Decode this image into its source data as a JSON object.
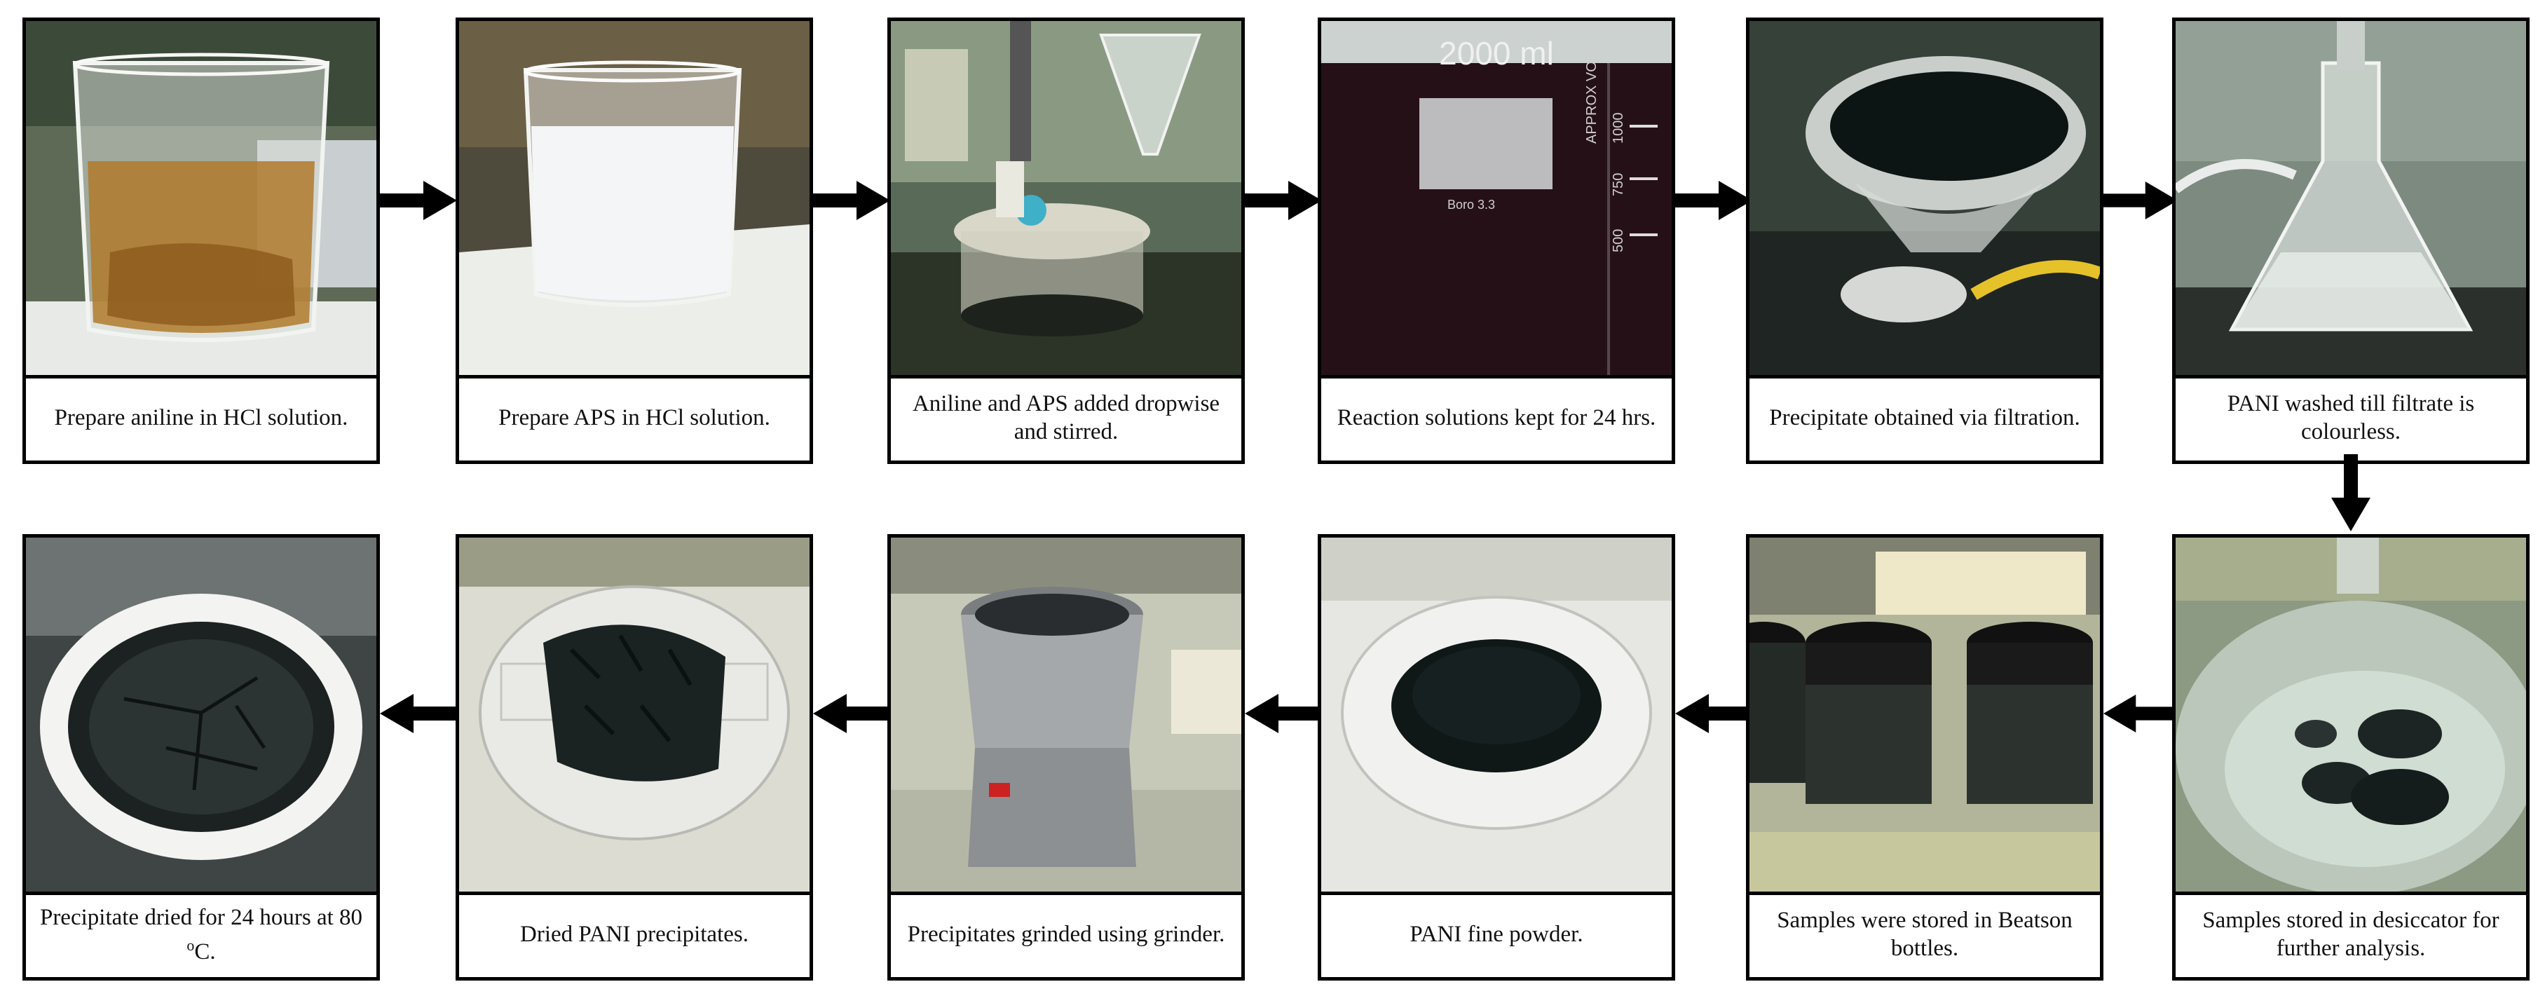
{
  "steps": [
    {
      "id": 1,
      "caption": "Prepare aniline in HCl solution."
    },
    {
      "id": 2,
      "caption": "Prepare APS in HCl solution."
    },
    {
      "id": 3,
      "caption": "Aniline and APS added dropwise and stirred."
    },
    {
      "id": 4,
      "caption": "Reaction solutions kept for 24 hrs."
    },
    {
      "id": 5,
      "caption": "Precipitate obtained via filtration."
    },
    {
      "id": 6,
      "caption": "PANI washed till filtrate is colourless."
    },
    {
      "id": 7,
      "caption": "Samples stored in desiccator for further analysis."
    },
    {
      "id": 8,
      "caption": "Samples were stored in Beatson bottles."
    },
    {
      "id": 9,
      "caption": "PANI fine powder."
    },
    {
      "id": 10,
      "caption": "Precipitates grinded using grinder."
    },
    {
      "id": 11,
      "caption": "Dried PANI precipitates."
    },
    {
      "id": 12,
      "caption_pre": "Precipitate dried for 24 hours at 80 ",
      "caption_sup": "o",
      "caption_post": "C."
    }
  ],
  "photo_text": {
    "beaker_volume": "2000 ml",
    "beaker_brand": "Boro 3.3",
    "beaker_approx": "APPROX VOL",
    "beaker_marks": [
      "1000",
      "750",
      "500"
    ]
  },
  "colors": {
    "border": "#000000",
    "arrow": "#000000",
    "pani": "#0f1a1a",
    "background": "#ffffff"
  },
  "icons": {
    "flow_arrow": "arrow-icon"
  }
}
